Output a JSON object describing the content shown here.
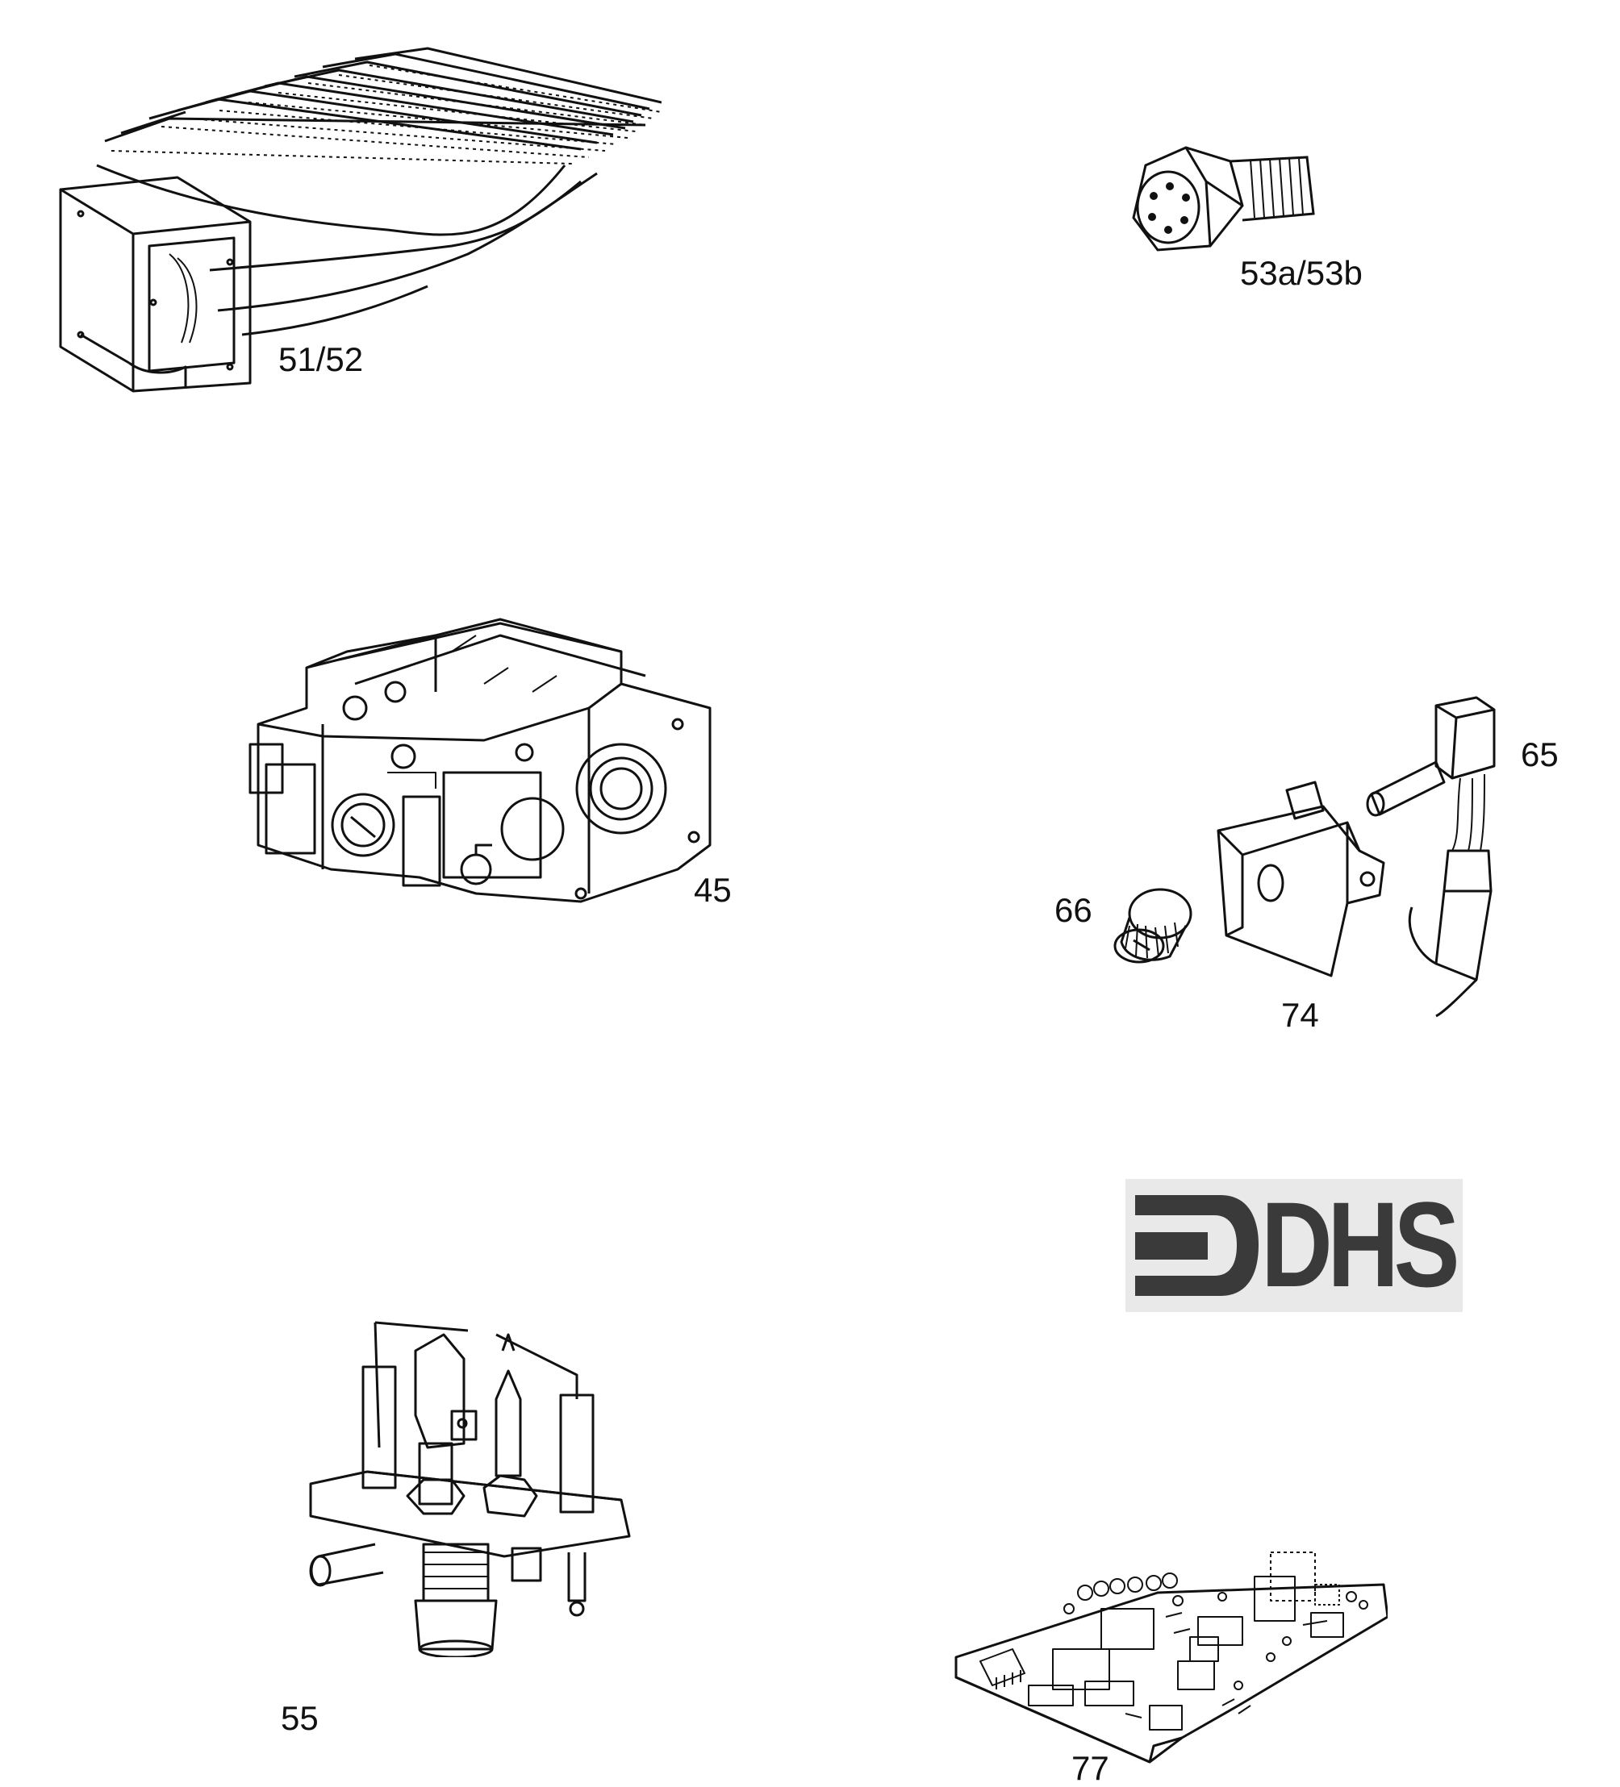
{
  "sheet": {
    "background": "#ffffff",
    "ink": "#111111"
  },
  "parts": [
    {
      "label": "51/52",
      "icon": "burner-icon"
    },
    {
      "label": "53a/53b",
      "icon": "injector-nozzle-icon"
    },
    {
      "label": "45",
      "icon": "gas-valve-icon"
    },
    {
      "label": "65",
      "icon": "thermistor-sensor-icon"
    },
    {
      "label": "66",
      "icon": "control-knob-icon"
    },
    {
      "label": "74",
      "icon": "potentiometer-icon"
    },
    {
      "label": "55",
      "icon": "pilot-assembly-icon"
    },
    {
      "label": "77",
      "icon": "circuit-board-icon"
    }
  ],
  "logo": {
    "text": "DHS",
    "icon": "dhs-logo-icon",
    "color": "#3a3a3a",
    "background": "#e9e9e9"
  }
}
